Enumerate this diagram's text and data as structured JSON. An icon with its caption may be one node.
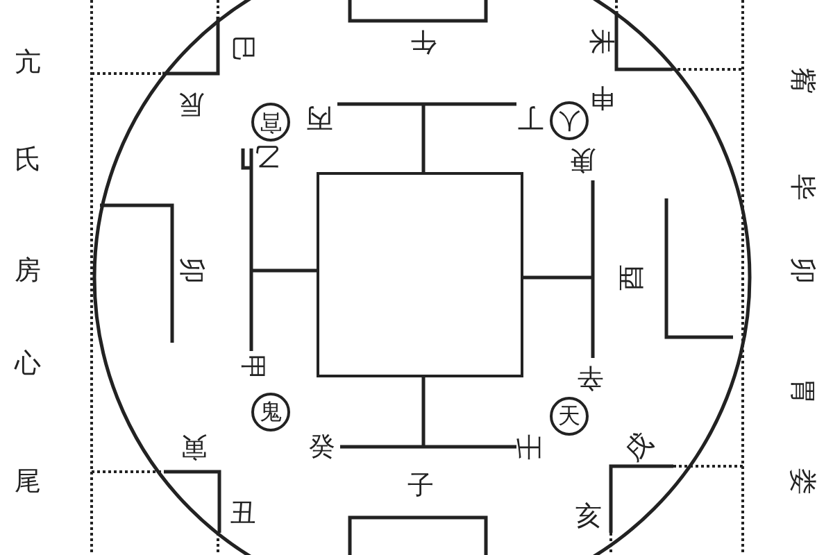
{
  "diagram": {
    "nodes": [
      {
        "text": [],
        "shape": "box"
      },
      {
        "text": [
          "宫"
        ]
      },
      {
        "text": [
          "人"
        ]
      },
      {
        "text": [
          "鬼"
        ]
      },
      {
        "text": [
          "天"
        ]
      }
    ],
    "labels": [
      "午",
      "巳",
      "未",
      "亢",
      "觜",
      "申",
      "辰",
      "丙",
      "丁",
      "乙",
      "庚",
      "氏",
      "毕",
      "房",
      "卯",
      "酉",
      "卯",
      "甲",
      "心",
      "辛",
      "胃",
      "寅",
      "癸",
      "壬",
      "戌",
      "尾",
      "娄",
      "子",
      "丑",
      "亥"
    ]
  }
}
